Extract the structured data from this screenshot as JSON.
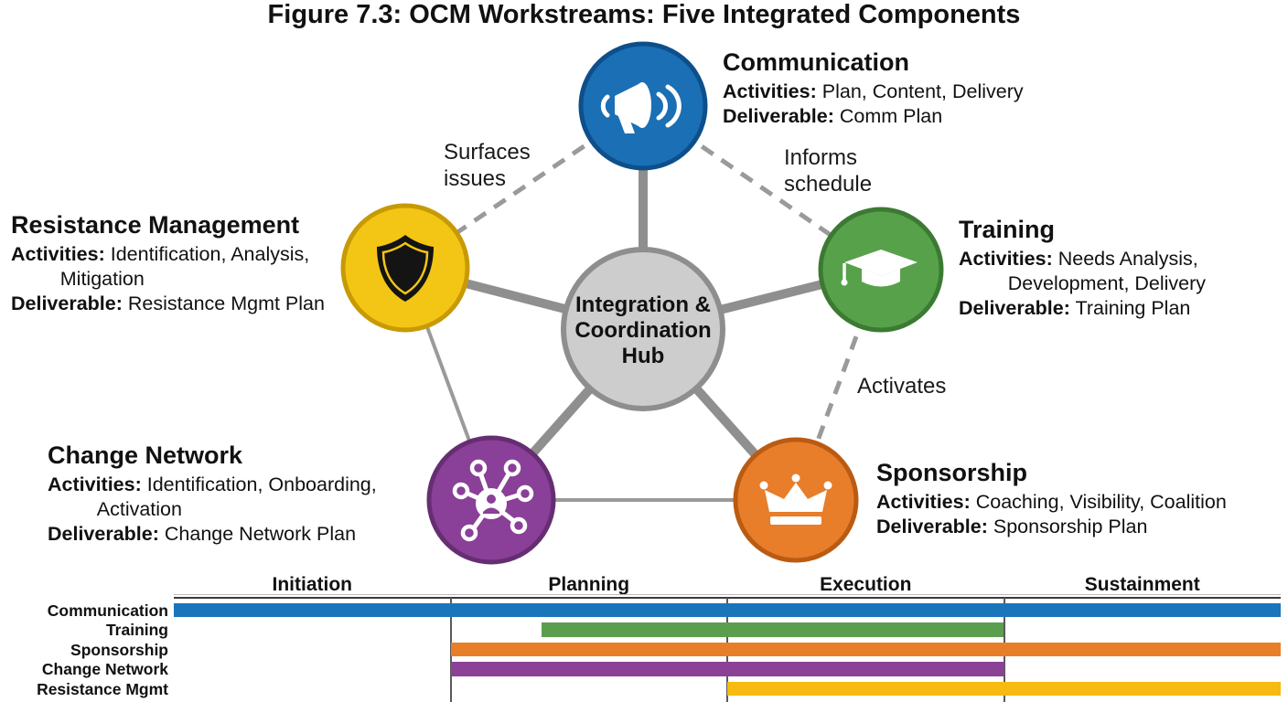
{
  "figure_title": "Figure 7.3: OCM Workstreams: Five Integrated Components",
  "hub": {
    "label": "Integration &\nCoordination\nHub"
  },
  "components": [
    {
      "id": "communication",
      "title": "Communication",
      "activities_label": "Activities:",
      "activities": " Plan, Content, Delivery",
      "deliverable_label": "Deliverable:",
      "deliverable": " Comm Plan",
      "icon": "megaphone-icon",
      "fill": "#1a6fb5",
      "border": "#0d4f8b"
    },
    {
      "id": "training",
      "title": "Training",
      "activities_label": "Activities:",
      "activities": " Needs Analysis,\n         Development, Delivery",
      "deliverable_label": "Deliverable:",
      "deliverable": " Training Plan",
      "icon": "graduation-cap-icon",
      "fill": "#57a14b",
      "border": "#3c7a33"
    },
    {
      "id": "resistance-management",
      "title": "Resistance Management",
      "activities_label": "Activities:",
      "activities": " Identification, Analysis,\n         Mitigation",
      "deliverable_label": "Deliverable:",
      "deliverable": " Resistance Mgmt Plan",
      "icon": "shield-icon",
      "fill": "#f3c515",
      "border": "#c79a05"
    },
    {
      "id": "change-network",
      "title": "Change Network",
      "activities_label": "Activities:",
      "activities": " Identification, Onboarding,\n         Activation",
      "deliverable_label": "Deliverable:",
      "deliverable": " Change Network Plan",
      "icon": "network-icon",
      "fill": "#8a3f98",
      "border": "#662e72"
    },
    {
      "id": "sponsorship",
      "title": "Sponsorship",
      "activities_label": "Activities:",
      "activities": " Coaching, Visibility, Coalition",
      "deliverable_label": "Deliverable:",
      "deliverable": " Sponsorship Plan",
      "icon": "crown-icon",
      "fill": "#e87d2a",
      "border": "#ba5b12"
    }
  ],
  "relationships": [
    {
      "id": "communication-resistance",
      "label": "Surfaces\nissues"
    },
    {
      "id": "communication-training",
      "label": "Informs\nschedule"
    },
    {
      "id": "training-sponsorship",
      "label": "Activates"
    }
  ],
  "chart_data": {
    "type": "gantt",
    "title": "OCM workstream timeline by phase",
    "phases": [
      "Initiation",
      "Planning",
      "Execution",
      "Sustainment"
    ],
    "xlim": [
      0,
      4
    ],
    "x_axis_units": "phases",
    "grid": true,
    "rows": [
      {
        "name": "Communication",
        "start": 0,
        "end": 4,
        "color": "#1b75bb"
      },
      {
        "name": "Training",
        "start": 1.33,
        "end": 3,
        "color": "#5b9e4d"
      },
      {
        "name": "Sponsorship",
        "start": 1,
        "end": 4,
        "color": "#e87e27"
      },
      {
        "name": "Change Network",
        "start": 1,
        "end": 3,
        "color": "#8a4196"
      },
      {
        "name": "Resistance Mgmt",
        "start": 2,
        "end": 4,
        "color": "#f6ba10"
      }
    ]
  }
}
